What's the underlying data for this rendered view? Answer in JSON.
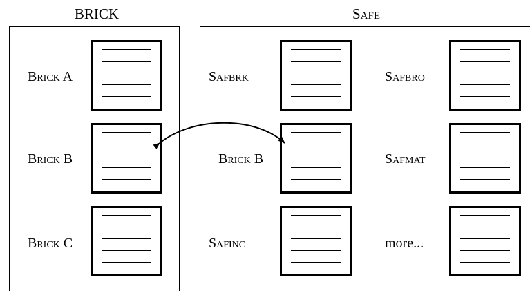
{
  "brick": {
    "title": "BRICK",
    "items": [
      {
        "label": "Brick A"
      },
      {
        "label": "Brick B"
      },
      {
        "label": "Brick C"
      }
    ]
  },
  "safe": {
    "title": "Safe",
    "items": [
      {
        "label": "Safbrk"
      },
      {
        "label": "Safbro"
      },
      {
        "label": "Brick B"
      },
      {
        "label": "Safmat"
      },
      {
        "label": "Safinc"
      },
      {
        "label": "more..."
      }
    ]
  }
}
